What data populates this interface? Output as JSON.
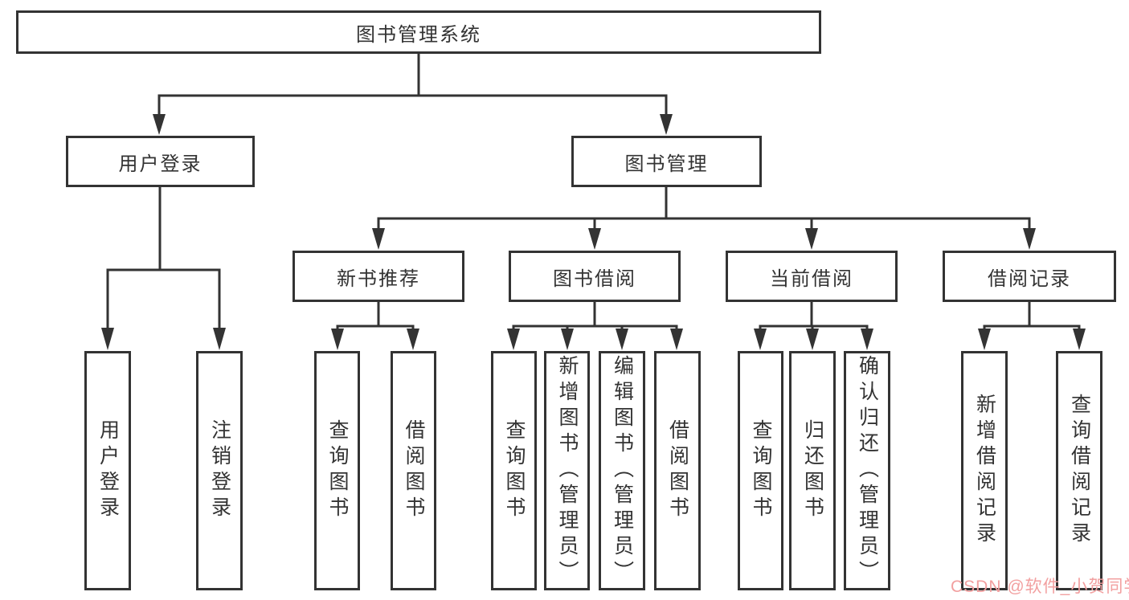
{
  "diagram": {
    "root": {
      "label": "图书管理系统"
    },
    "level1": [
      {
        "id": "user-login",
        "label": "用户登录"
      },
      {
        "id": "book-management",
        "label": "图书管理"
      }
    ],
    "level2": [
      {
        "id": "new-book-recommendation",
        "label": "新书推荐",
        "parent": "图书管理"
      },
      {
        "id": "book-borrowing",
        "label": "图书借阅",
        "parent": "图书管理"
      },
      {
        "id": "current-borrowing",
        "label": "当前借阅",
        "parent": "图书管理"
      },
      {
        "id": "borrowing-records",
        "label": "借阅记录",
        "parent": "图书管理"
      }
    ],
    "leaves": [
      {
        "label": "用户登录",
        "parent": "用户登录"
      },
      {
        "label": "注销登录",
        "parent": "用户登录"
      },
      {
        "label": "查询图书",
        "parent": "新书推荐"
      },
      {
        "label": "借阅图书",
        "parent": "新书推荐"
      },
      {
        "label": "查询图书",
        "parent": "图书借阅"
      },
      {
        "label": "新增图书（管理员）",
        "parent": "图书借阅"
      },
      {
        "label": "编辑图书（管理员）",
        "parent": "图书借阅"
      },
      {
        "label": "借阅图书",
        "parent": "图书借阅"
      },
      {
        "label": "查询图书",
        "parent": "当前借阅"
      },
      {
        "label": "归还图书",
        "parent": "当前借阅"
      },
      {
        "label": "确认归还（管理员）",
        "parent": "当前借阅"
      },
      {
        "label": "新增借阅记录",
        "parent": "借阅记录"
      },
      {
        "label": "查询借阅记录",
        "parent": "借阅记录"
      }
    ]
  },
  "watermark": {
    "text": "CSDN @软件_小贺同学",
    "color": "#f2a0a0"
  },
  "colors": {
    "line": "#333333",
    "box_border": "#333333",
    "text": "#333333",
    "background": "#ffffff"
  }
}
